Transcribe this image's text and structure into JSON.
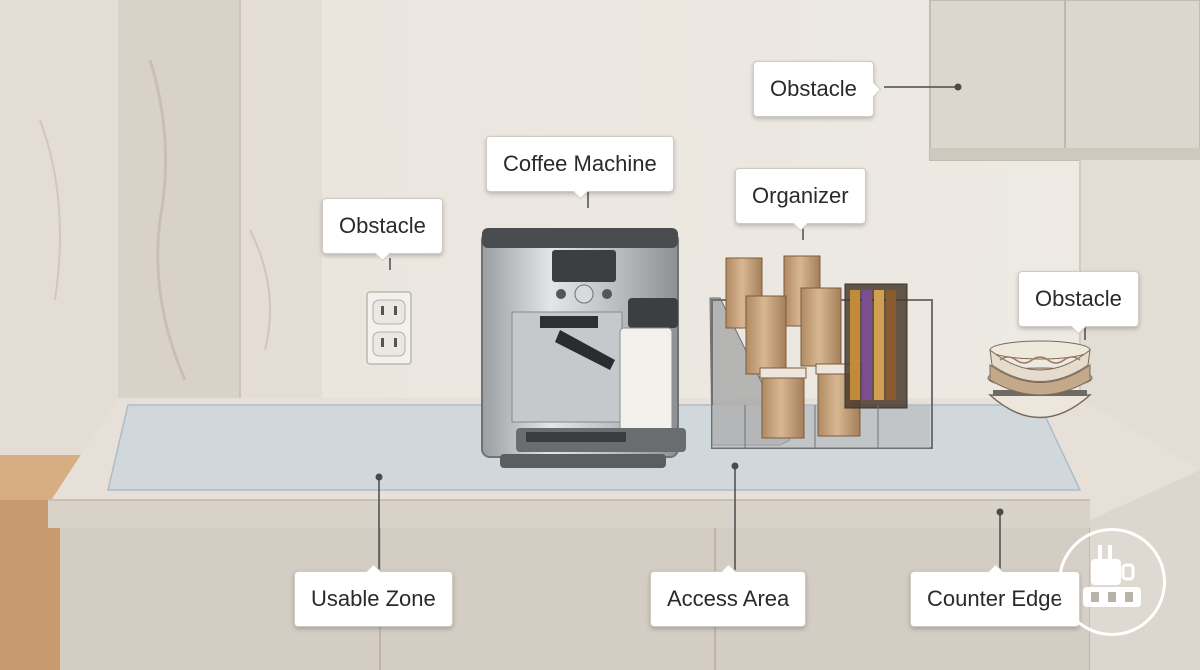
{
  "labels": {
    "obstacle_cabinet": "Obstacle",
    "coffee_machine": "Coffee Machine",
    "obstacle_outlet": "Obstacle",
    "organizer": "Organizer",
    "obstacle_bowls": "Obstacle",
    "usable_zone": "Usable Zone",
    "access_area": "Access Area",
    "counter_edge": "Counter Edge"
  },
  "colors": {
    "wall": "#ebe6df",
    "countertop": "#e4ddd4",
    "cabinet": "#d2cbc3",
    "usable_zone": "#c9d6dc",
    "wood": "#c79b6e",
    "callout_bg": "#ffffff",
    "leader_line": "#4a4a4a"
  },
  "icons": [
    "electrical-outlet-icon",
    "coffee-machine-icon",
    "cup-organizer-icon",
    "bowl-stack-icon",
    "watermark-logo-icon"
  ]
}
